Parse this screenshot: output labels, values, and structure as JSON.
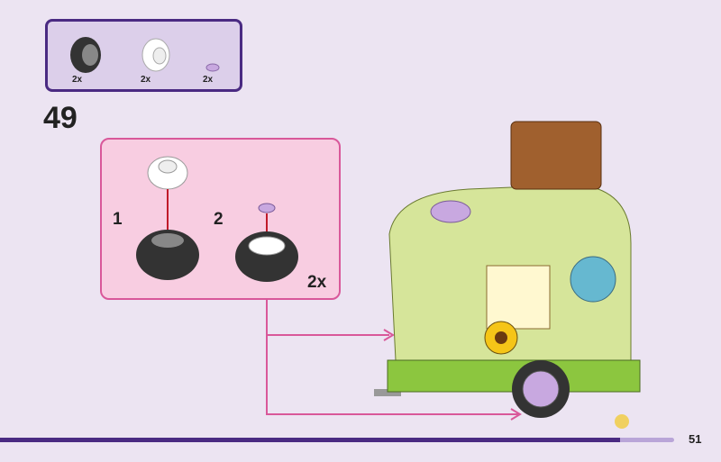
{
  "parts_list": {
    "items": [
      {
        "name": "tire",
        "qty": "2x"
      },
      {
        "name": "wheel-rim",
        "qty": "2x"
      },
      {
        "name": "round-tile-lavender",
        "qty": "2x"
      }
    ]
  },
  "step": {
    "number": "49"
  },
  "substep": {
    "steps": [
      {
        "number": "1"
      },
      {
        "number": "2"
      }
    ],
    "multiplier": "2x"
  },
  "footer": {
    "page_number": "51",
    "progress": 0.92
  },
  "colors": {
    "accent": "#4a2a82",
    "callout_border": "#d9589a",
    "callout_bg": "#f8cde1",
    "trailer": "#d6e59a"
  }
}
